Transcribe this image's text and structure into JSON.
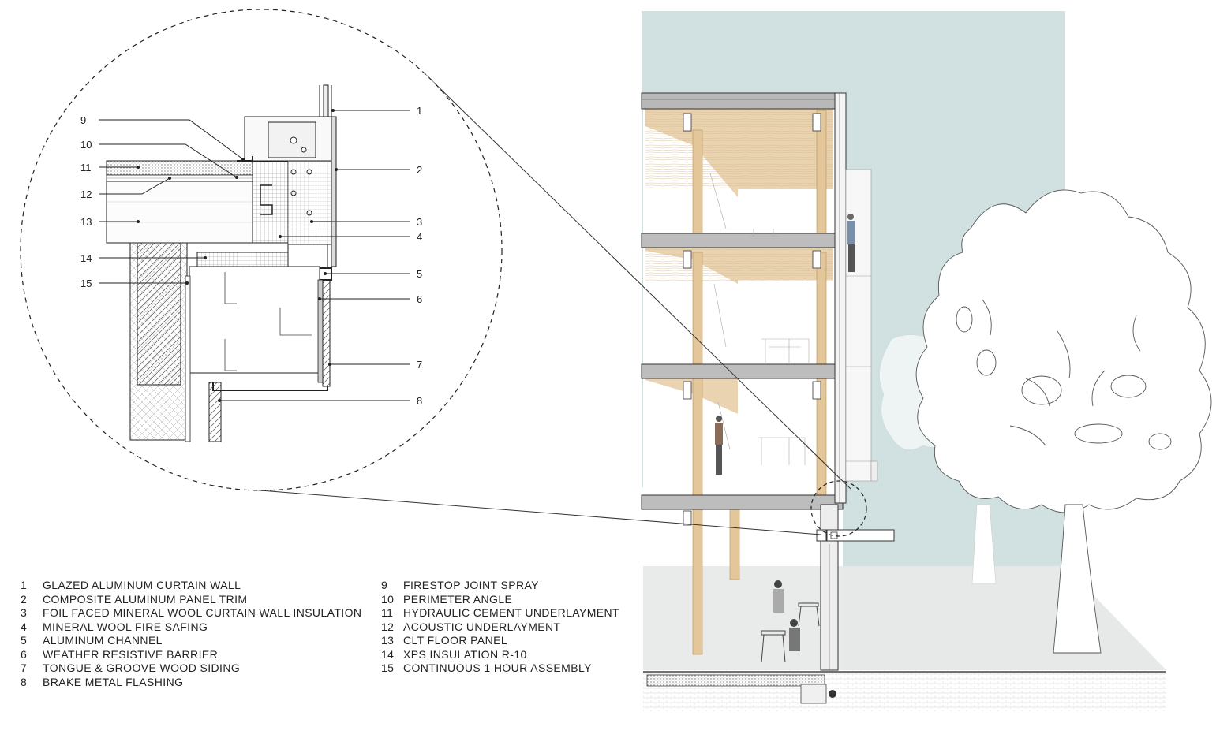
{
  "callouts": {
    "c1": "1",
    "c2": "2",
    "c3": "3",
    "c4": "4",
    "c5": "5",
    "c6": "6",
    "c7": "7",
    "c8": "8",
    "c9": "9",
    "c10": "10",
    "c11": "11",
    "c12": "12",
    "c13": "13",
    "c14": "14",
    "c15": "15"
  },
  "legend_left": [
    {
      "num": "1",
      "label": "GLAZED ALUMINUM CURTAIN WALL"
    },
    {
      "num": "2",
      "label": "COMPOSITE ALUMINUM PANEL TRIM"
    },
    {
      "num": "3",
      "label": "FOIL FACED MINERAL WOOL CURTAIN WALL INSULATION"
    },
    {
      "num": "4",
      "label": "MINERAL WOOL FIRE SAFING"
    },
    {
      "num": "5",
      "label": "ALUMINUM CHANNEL"
    },
    {
      "num": "6",
      "label": "WEATHER RESISTIVE BARRIER"
    },
    {
      "num": "7",
      "label": "TONGUE & GROOVE WOOD SIDING"
    },
    {
      "num": "8",
      "label": "BRAKE METAL FLASHING"
    }
  ],
  "legend_right": [
    {
      "num": "9",
      "label": "FIRESTOP JOINT SPRAY"
    },
    {
      "num": "10",
      "label": "PERIMETER ANGLE"
    },
    {
      "num": "11",
      "label": "HYDRAULIC CEMENT UNDERLAYMENT"
    },
    {
      "num": "12",
      "label": "ACOUSTIC UNDERLAYMENT"
    },
    {
      "num": "13",
      "label": "CLT FLOOR PANEL"
    },
    {
      "num": "14",
      "label": "XPS INSULATION R-10"
    },
    {
      "num": "15",
      "label": "CONTINUOUS 1 HOUR ASSEMBLY"
    }
  ],
  "colors": {
    "sky": "#d2e2e1",
    "clt_wood": "#e9d3b0",
    "column_wood": "#e3c79b",
    "slab": "#b8b8b8",
    "ground": "#e7e8e8",
    "line": "#222222"
  }
}
